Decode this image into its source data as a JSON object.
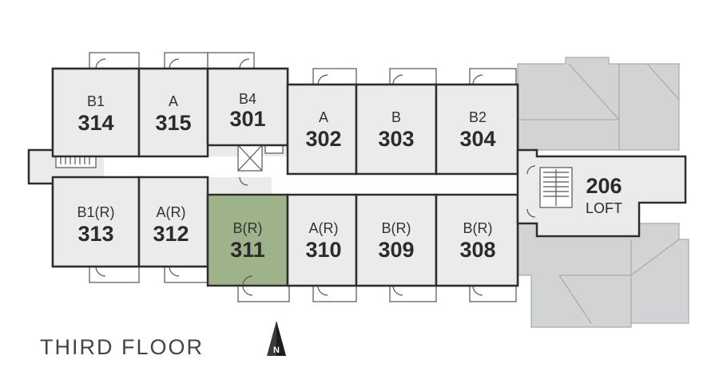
{
  "floor_label": "THIRD FLOOR",
  "north_label": "N",
  "colors": {
    "highlight": "#9fb38a",
    "unit_fill": "#ebebec",
    "roof_fill": "#d2d3d4",
    "wall": "#2e2e2e"
  },
  "units": {
    "u314": {
      "type": "B1",
      "number": "314"
    },
    "u315": {
      "type": "A",
      "number": "315"
    },
    "u301": {
      "type": "B4",
      "number": "301"
    },
    "u302": {
      "type": "A",
      "number": "302"
    },
    "u303": {
      "type": "B",
      "number": "303"
    },
    "u304": {
      "type": "B2",
      "number": "304"
    },
    "u313": {
      "type": "B1(R)",
      "number": "313"
    },
    "u312": {
      "type": "A(R)",
      "number": "312"
    },
    "u311": {
      "type": "B(R)",
      "number": "311",
      "highlighted": true
    },
    "u310": {
      "type": "A(R)",
      "number": "310"
    },
    "u309": {
      "type": "B(R)",
      "number": "309"
    },
    "u308": {
      "type": "B(R)",
      "number": "308"
    },
    "loft": {
      "number": "206",
      "sub": "LOFT"
    }
  }
}
